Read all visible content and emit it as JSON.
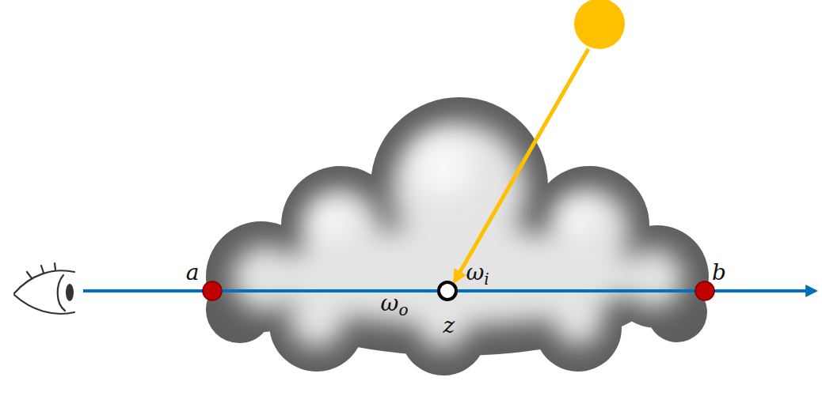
{
  "diagram": {
    "labels": [
      "a",
      "b",
      "z",
      "ωi",
      "ωo"
    ]
  }
}
